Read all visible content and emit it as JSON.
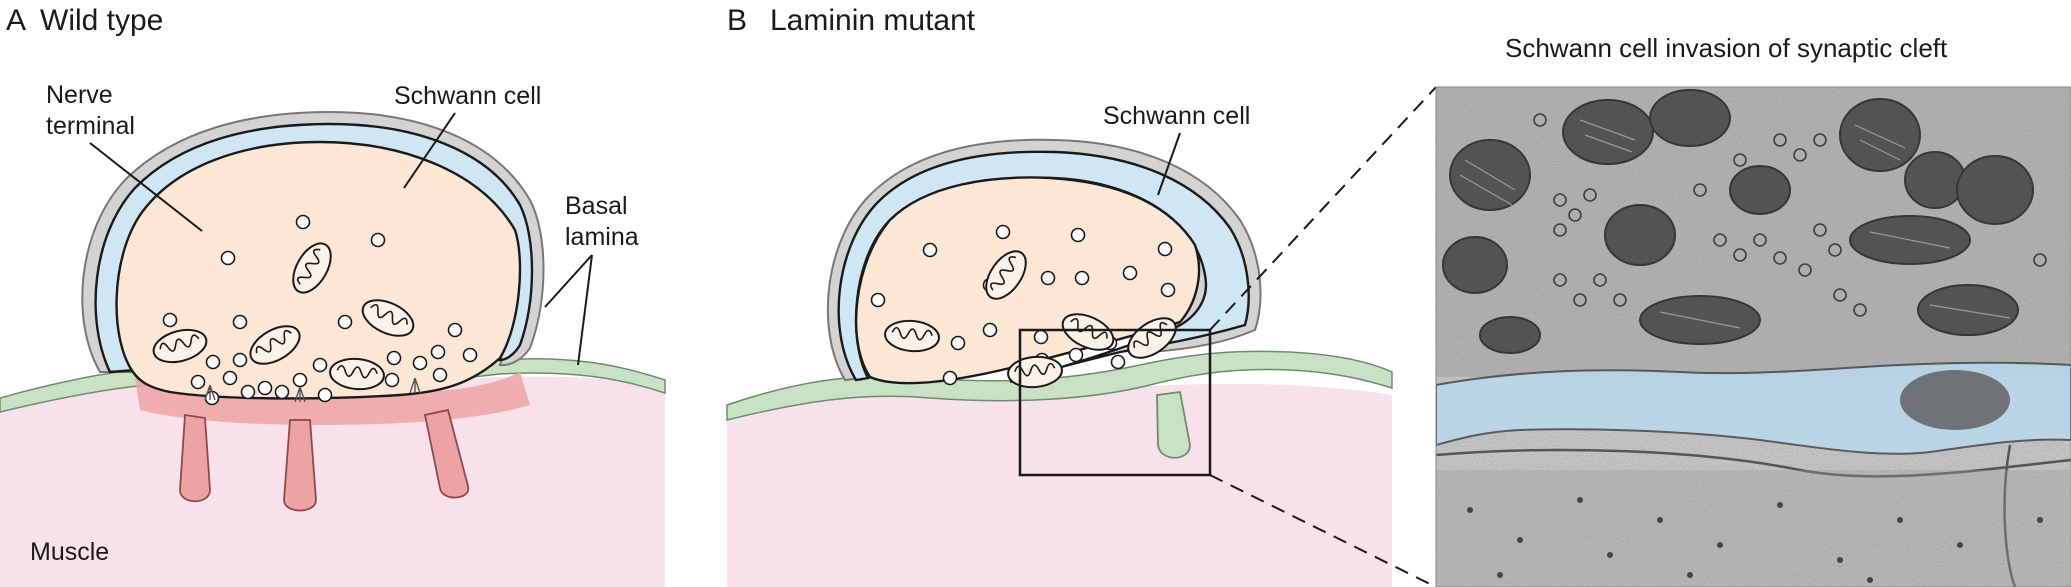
{
  "panel_a": {
    "letter": "A",
    "title": "Wild type",
    "labels": {
      "nerve_terminal_line1": "Nerve",
      "nerve_terminal_line2": "terminal",
      "schwann_cell": "Schwann cell",
      "basal_lamina_line1": "Basal",
      "basal_lamina_line2": "lamina",
      "muscle": "Muscle"
    }
  },
  "panel_b": {
    "letter": "B",
    "title": "Laminin  mutant",
    "labels": {
      "schwann_cell": "Schwann cell"
    }
  },
  "micrograph": {
    "title": "Schwann cell invasion of synaptic cleft"
  },
  "colors": {
    "nerve_terminal": "#fce6d4",
    "schwann_cell": "#cfe6f4",
    "basal_lamina": "#c9e2c4",
    "muscle": "#f9e1ec",
    "postsynaptic_folds": "#eda3a3",
    "micrograph_schwann_tint": "#b9d9ec"
  }
}
